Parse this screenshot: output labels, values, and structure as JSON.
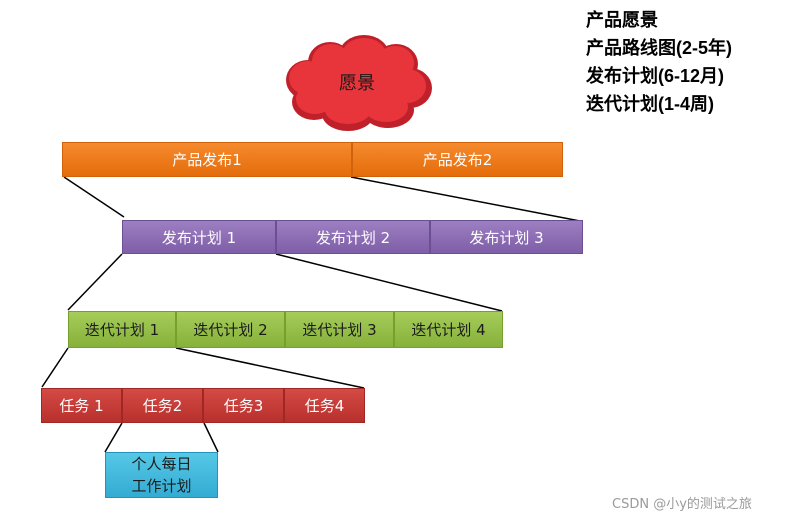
{
  "vision": {
    "label": "愿景"
  },
  "legend": [
    "产品愿景",
    "产品路线图(2-5年)",
    "发布计划(6-12月)",
    "迭代计划(1-4周)"
  ],
  "product_releases": [
    "产品发布1",
    "产品发布2"
  ],
  "release_plans": [
    "发布计划 1",
    "发布计划 2",
    "发布计划 3"
  ],
  "iteration_plans": [
    "迭代计划 1",
    "迭代计划 2",
    "迭代计划 3",
    "迭代计划 4"
  ],
  "tasks": [
    "任务 1",
    "任务2",
    "任务3",
    "任务4"
  ],
  "daily_plan": {
    "line1": "个人每日",
    "line2": "工作计划"
  },
  "watermark": "CSDN @小y的测试之旅",
  "colors": {
    "product_release": "#e46c0a",
    "release_plan": "#8064a2",
    "iteration_plan": "#9bbb59",
    "task": "#c0504d",
    "daily_plan": "#4bacc6",
    "cloud": "#d9262e"
  }
}
